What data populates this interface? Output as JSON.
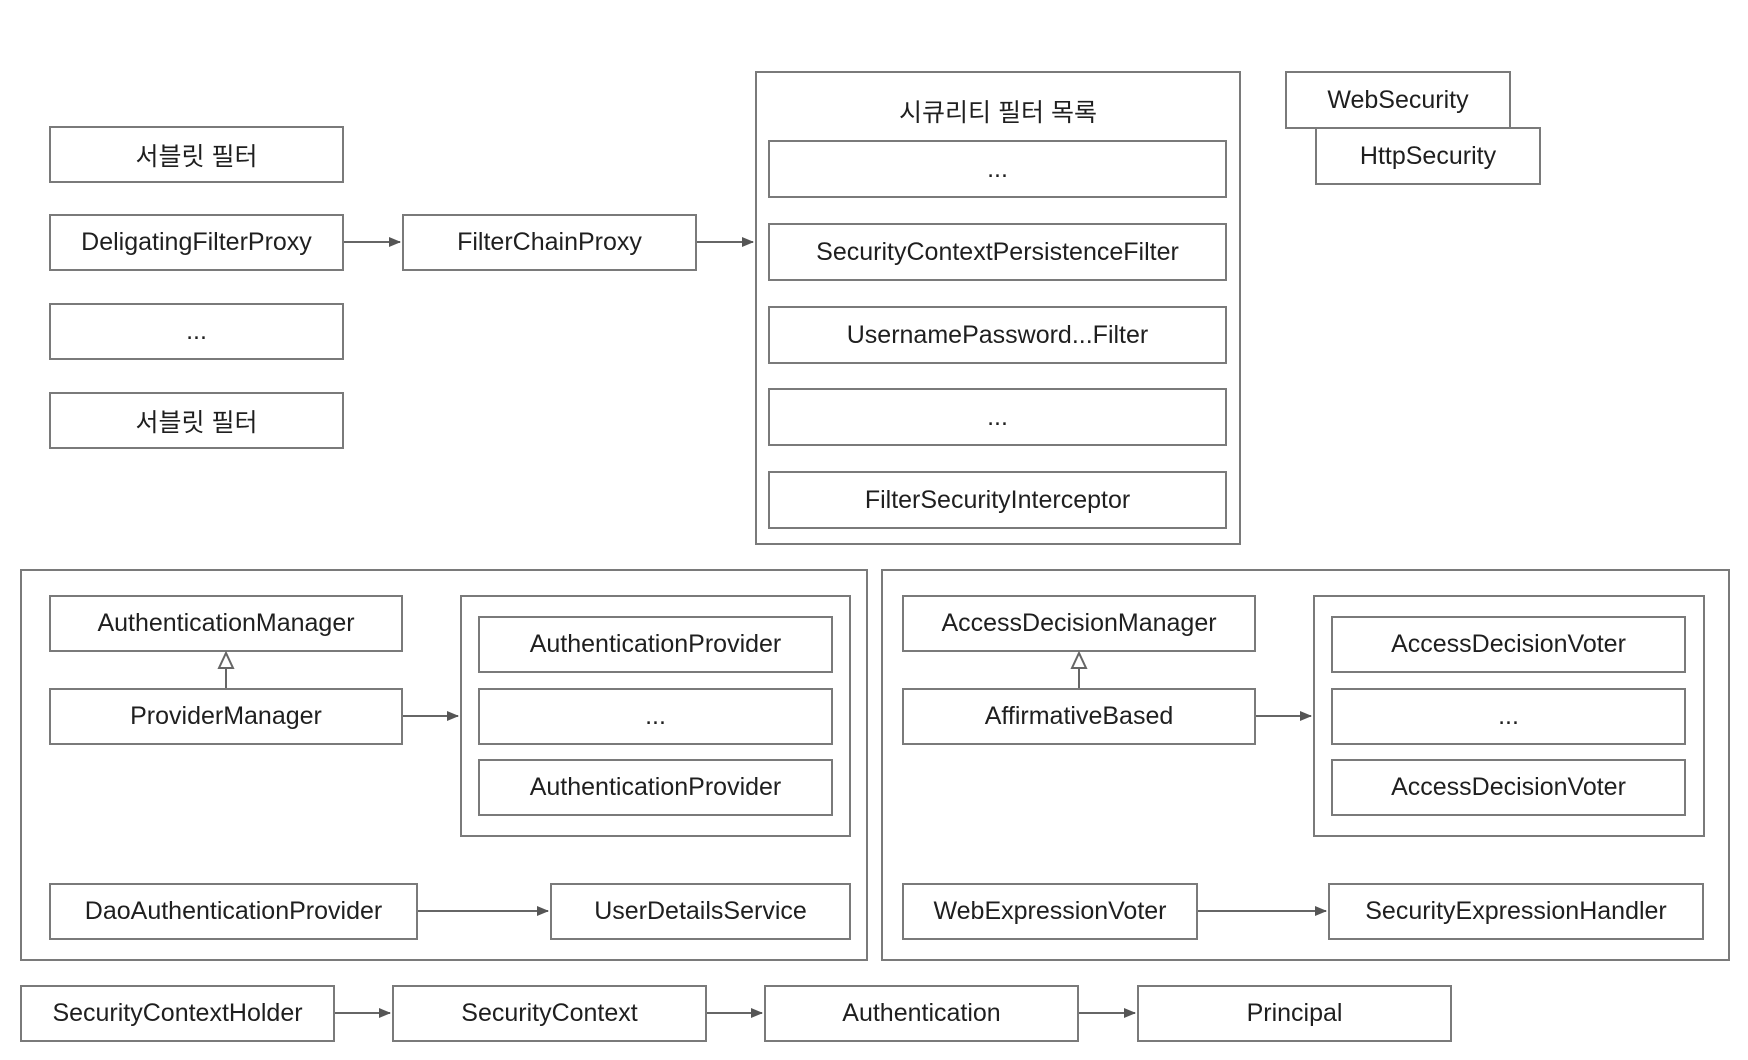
{
  "servlet_filters": {
    "items": [
      "서블릿 필터",
      "DeligatingFilterProxy",
      "...",
      "서블릿 필터"
    ]
  },
  "filter_chain_proxy": "FilterChainProxy",
  "security_filter_list": {
    "title": "시큐리티 필터 목록",
    "items": [
      "...",
      "SecurityContextPersistenceFilter",
      "UsernamePassword...Filter",
      "...",
      "FilterSecurityInterceptor"
    ]
  },
  "web_security": "WebSecurity",
  "http_security": "HttpSecurity",
  "authentication": {
    "manager": "AuthenticationManager",
    "provider_manager": "ProviderManager",
    "providers": [
      "AuthenticationProvider",
      "...",
      "AuthenticationProvider"
    ],
    "dao_provider": "DaoAuthenticationProvider",
    "user_details_service": "UserDetailsService"
  },
  "authorization": {
    "manager": "AccessDecisionManager",
    "affirmative_based": "AffirmativeBased",
    "voters": [
      "AccessDecisionVoter",
      "...",
      "AccessDecisionVoter"
    ],
    "web_expression_voter": "WebExpressionVoter",
    "expression_handler": "SecurityExpressionHandler"
  },
  "context_chain": [
    "SecurityContextHolder",
    "SecurityContext",
    "Authentication",
    "Principal"
  ],
  "colors": {
    "stroke": "#7a7a7a",
    "arrow": "#555555",
    "text": "#1f1f1f",
    "background": "#ffffff"
  }
}
